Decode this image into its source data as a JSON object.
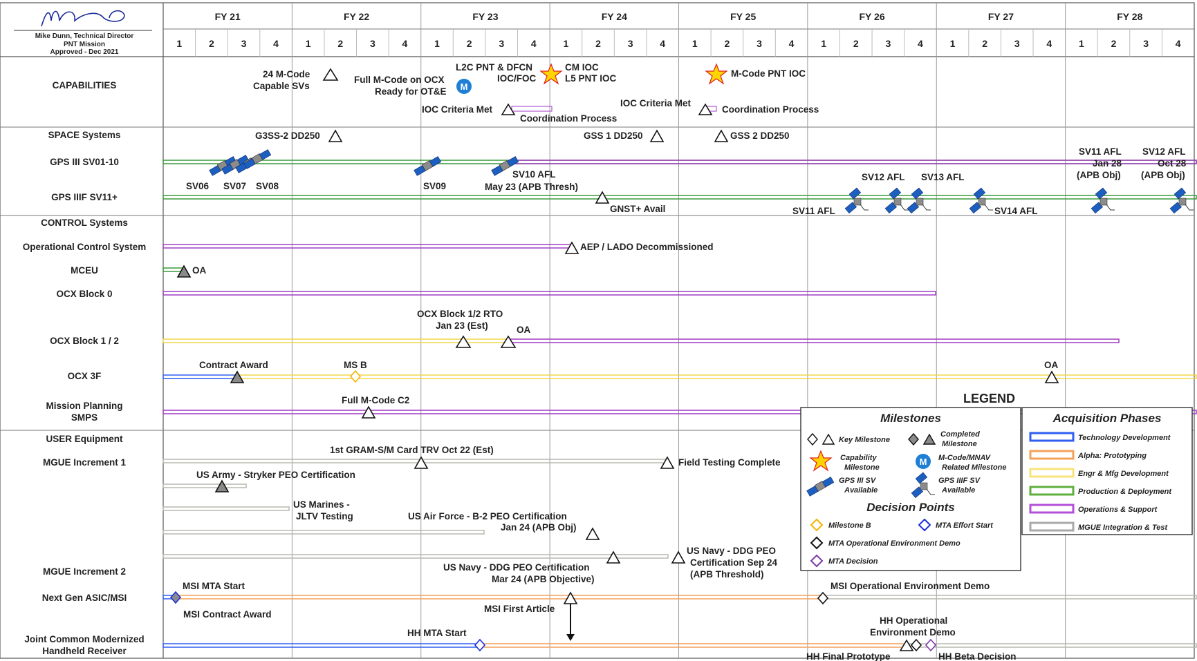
{
  "header": {
    "signer": "Mike Dunn, Technical Director",
    "mission": "PNT Mission",
    "approved": "Approved - Dec 2021"
  },
  "fiscal_years": [
    "FY 21",
    "FY 22",
    "FY 23",
    "FY 24",
    "FY 25",
    "FY 26",
    "FY 27",
    "FY 28"
  ],
  "quarters": [
    "1",
    "2",
    "3",
    "4"
  ],
  "rows": {
    "capabilities": "CAPABILITIES",
    "space_systems": "SPACE Systems",
    "gps_iii": "GPS III SV01-10",
    "gps_iiif": "GPS IIIF SV11+",
    "control_systems": "CONTROL Systems",
    "ocs": "Operational Control System",
    "mceu": "MCEU",
    "ocx_b0": "OCX Block 0",
    "ocx_b12": "OCX Block 1 / 2",
    "ocx_3f": "OCX 3F",
    "mp_line1": "Mission Planning",
    "mp_line2": "SMPS",
    "user_equipment": "USER Equipment",
    "mgue_inc1": "MGUE Increment 1",
    "mgue_inc2": "MGUE Increment 2",
    "next_gen": "Next Gen ASIC/MSI",
    "jcmhr_line1": "Joint Common Modernized",
    "jcmhr_line2": "Handheld Receiver"
  },
  "annotations": {
    "m_code_24": "24 M-Code",
    "capable_svs": "Capable SVs",
    "full_mcode_ocx": "Full M-Code on OCX",
    "ready_ote": "Ready for OT&E",
    "l2c_pnt": "L2C PNT & DFCN",
    "ioc_foc": "IOC/FOC",
    "cm_ioc": "CM IOC",
    "l5_pnt": "L5 PNT IOC",
    "mcode_pnt_ioc": "M-Code PNT IOC",
    "ioc_criteria_1": "IOC Criteria Met",
    "coord_1": "Coordination Process",
    "ioc_criteria_2": "IOC Criteria Met",
    "coord_2": "Coordination Process",
    "g3ss2": "G3SS-2 DD250",
    "gss1": "GSS 1 DD250",
    "gss2": "GSS 2 DD250",
    "sv06": "SV06",
    "sv07": "SV07",
    "sv08": "SV08",
    "sv09": "SV09",
    "sv10_afl": "SV10 AFL",
    "sv10_date": "May 23 (APB Thresh)",
    "gnst": "GNST+ Avail",
    "sv11_afl_a": "SV11 AFL",
    "sv12_afl_a": "SV12 AFL",
    "sv13_afl": "SV13 AFL",
    "sv14_afl": "SV14 AFL",
    "sv11_afl_b": "SV11 AFL",
    "sv11_date": "Jan 28",
    "sv11_obj": "(APB Obj)",
    "sv12_afl_b": "SV12 AFL",
    "sv12_date": "Oct 28",
    "sv12_obj": "(APB Obj)",
    "aep": "AEP / LADO Decommissioned",
    "mceu_oa": "OA",
    "ocx_rto_1": "OCX Block 1/2 RTO",
    "ocx_rto_2": "Jan 23 (Est)",
    "ocx_oa": "OA",
    "contract_award": "Contract Award",
    "ms_b": "MS B",
    "ocx3f_oa": "OA",
    "full_mcode_c2": "Full M-Code C2",
    "first_gram": "1st GRAM-S/M Card TRV  Oct 22 (Est)",
    "field_testing": "Field Testing Complete",
    "army": "US Army - Stryker PEO Certification",
    "marines_1": "US Marines -",
    "marines_2": "JLTV Testing",
    "af_1": "US Air Force - B-2 PEO Certification",
    "af_2": "Jan 24 (APB Obj)",
    "navy_a1": "US Navy - DDG PEO",
    "navy_a2": "Certification  Sep 24",
    "navy_a3": "(APB Threshold)",
    "navy_b1": "US Navy - DDG PEO Certification",
    "navy_b2": "Mar 24 (APB Objective)",
    "msi_mta": "MSI MTA Start",
    "msi_contract": "MSI Contract Award",
    "msi_first": "MSI First Article",
    "msi_oed": "MSI Operational Environment Demo",
    "hh_mta": "HH MTA Start",
    "hh_oed_1": "HH Operational",
    "hh_oed_2": "Environment Demo",
    "hh_final": "HH Final Prototype",
    "hh_beta": "HH Beta Decision",
    "legend_title": "LEGEND"
  },
  "legend": {
    "milestones_title": "Milestones",
    "key_milestone": "Key Milestone",
    "completed_1": "Completed",
    "completed_2": "Milestone",
    "capability_1": "Capability",
    "capability_2": "Milestone",
    "mcode_1": "M-Code/MNAV",
    "mcode_2": "Related Milestone",
    "gps3_1": "GPS III SV",
    "gps3_2": "Available",
    "gps3f_1": "GPS IIIF SV",
    "gps3f_2": "Available",
    "decision_title": "Decision Points",
    "ms_b": "Milestone B",
    "mta_start": "MTA Effort Start",
    "mta_oed": "MTA Operational Environment Demo",
    "mta_decision": "MTA Decision",
    "phases_title": "Acquisition Phases",
    "phases": [
      {
        "label": "Technology Development",
        "color": "#2f5ef0"
      },
      {
        "label": "Alpha: Prototyping",
        "color": "#f4a15a"
      },
      {
        "label": "Engr & Mfg Development",
        "color": "#f8e37a"
      },
      {
        "label": "Production & Deployment",
        "color": "#5fae3e"
      },
      {
        "label": "Operations & Support",
        "color": "#b44fd8"
      },
      {
        "label": "MGUE Integration & Test",
        "color": "#a8a8a8"
      }
    ]
  },
  "colors": {
    "tech": "#2f5ef0",
    "alpha": "#f4a15a",
    "emd": "#f2d64b",
    "prod": "#3a9a3a",
    "ops": "#a13ac4",
    "mgue": "#b8b8b0",
    "grid": "#9a9a9a",
    "star": "#ffd400",
    "star_stroke": "#e02020",
    "mcode": "#1d7fd6",
    "ms_b": "#f4b400",
    "mta_start": "#1c2fd8",
    "mta_dec": "#7b3ba8"
  },
  "icons": [
    "satellite-gps-iii-icon",
    "satellite-gps-iiif-icon",
    "capability-star-icon",
    "m-code-circle-icon",
    "triangle-milestone-icon",
    "diamond-decision-icon"
  ]
}
